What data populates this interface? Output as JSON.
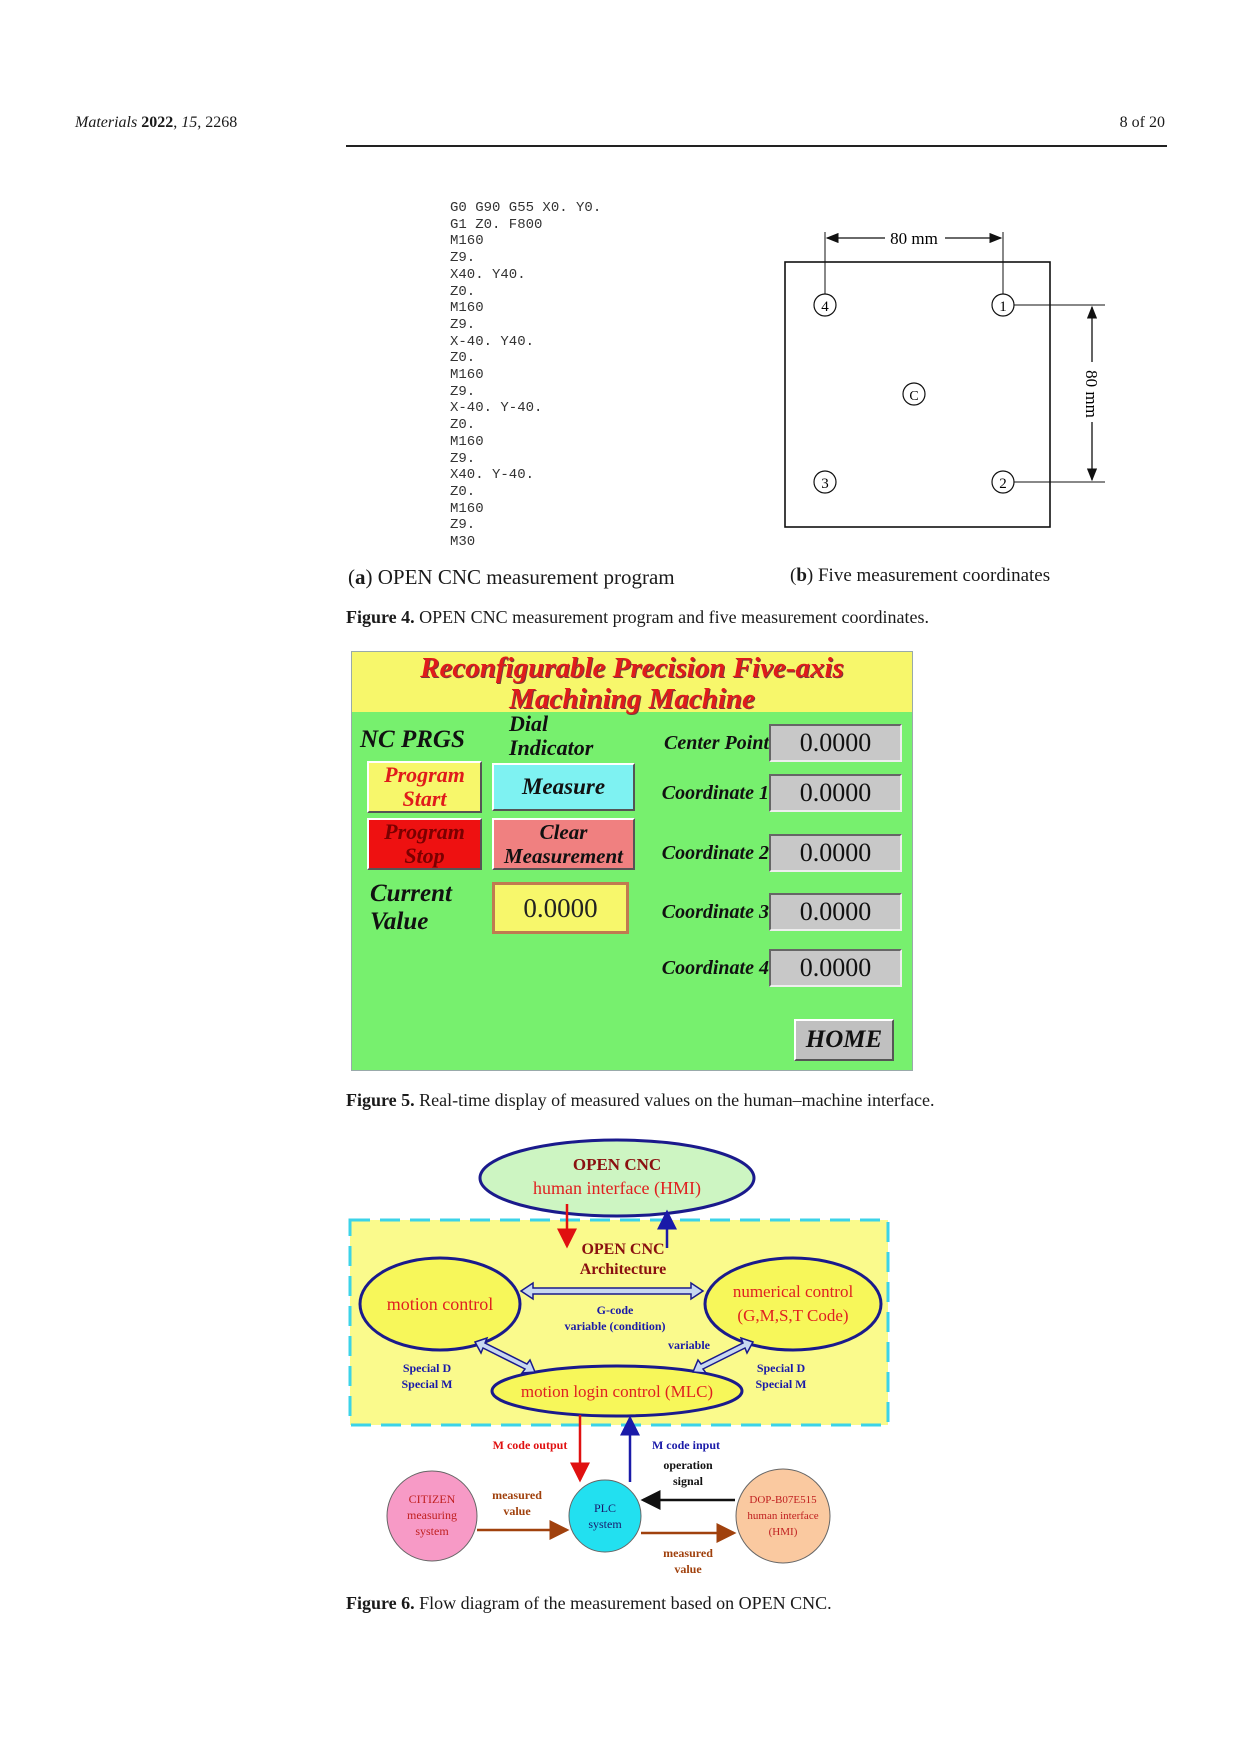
{
  "header": {
    "journal": "Materials",
    "year": "2022",
    "volume": "15",
    "article": "2268",
    "page": "8 of 20"
  },
  "figure4": {
    "gcode_lines": [
      "G0 G90 G55 X0. Y0.",
      "G1 Z0. F800",
      "M160",
      "Z9.",
      "X40. Y40.",
      "Z0.",
      "M160",
      "Z9.",
      "X-40. Y40.",
      "Z0.",
      "M160",
      "Z9.",
      "X-40. Y-40.",
      "Z0.",
      "M160",
      "Z9.",
      "X40. Y-40.",
      "Z0.",
      "M160",
      "Z9.",
      "M30"
    ],
    "dim_horizontal": "80 mm",
    "dim_vertical": "80 mm",
    "points": [
      "1",
      "2",
      "3",
      "4",
      "C"
    ],
    "subcap_a_letter": "a",
    "subcap_a_text": "OPEN CNC measurement program",
    "subcap_b_letter": "b",
    "subcap_b_text": "Five measurement coordinates",
    "caption_label": "Figure 4.",
    "caption_text": "OPEN CNC measurement program and five measurement coordinates."
  },
  "figure5": {
    "title_line1": "Reconfigurable Precision Five-axis",
    "title_line2": "Machining Machine",
    "nc_prgs": "NC PRGS",
    "dial_line1": "Dial",
    "dial_line2": "Indicator",
    "program_start_l1": "Program",
    "program_start_l2": "Start",
    "program_stop_l1": "Program",
    "program_stop_l2": "Stop",
    "measure": "Measure",
    "clear_l1": "Clear",
    "clear_l2": "Measurement",
    "current_l1": "Current",
    "current_l2": "Value",
    "current_value": "0.0000",
    "coords": [
      {
        "label": "Center Point",
        "value": "0.0000"
      },
      {
        "label": "Coordinate 1",
        "value": "0.0000"
      },
      {
        "label": "Coordinate 2",
        "value": "0.0000"
      },
      {
        "label": "Coordinate 3",
        "value": "0.0000"
      },
      {
        "label": "Coordinate 4",
        "value": "0.0000"
      }
    ],
    "home": "HOME",
    "caption_label": "Figure 5.",
    "caption_text": "Real-time display of measured values on the human–machine interface.",
    "colors": {
      "bg": "#77f06e",
      "title_bg": "#f7f76b",
      "title_text": "#e01b1b",
      "measure": "#7ef2f2",
      "clear": "#f08080",
      "stop": "#ee1111"
    }
  },
  "figure6": {
    "hmi_title": "OPEN CNC",
    "hmi_sub": "human interface (HMI)",
    "arch_l1": "OPEN CNC",
    "arch_l2": "Architecture",
    "motion_control": "motion control",
    "numerical_l1": "numerical control",
    "numerical_l2": "(G,M,S,T Code)",
    "gcode_l1": "G-code",
    "gcode_l2": "variable (condition)",
    "variable": "variable",
    "special_d": "Special D",
    "special_m": "Special M",
    "mlc": "motion login control (MLC)",
    "m_code_output": "M code output",
    "m_code_input": "M code input",
    "op_l1": "operation",
    "op_l2": "signal",
    "citizen_l1": "CITIZEN",
    "citizen_l2": "measuring",
    "citizen_l3": "system",
    "measured": "measured",
    "value": "value",
    "plc_l1": "PLC",
    "plc_l2": "system",
    "dop_l1": "DOP-B07E515",
    "dop_l2": "human interface",
    "dop_l3": "(HMI)",
    "caption_label": "Figure 6.",
    "caption_text": "Flow diagram of the measurement based on OPEN CNC."
  }
}
